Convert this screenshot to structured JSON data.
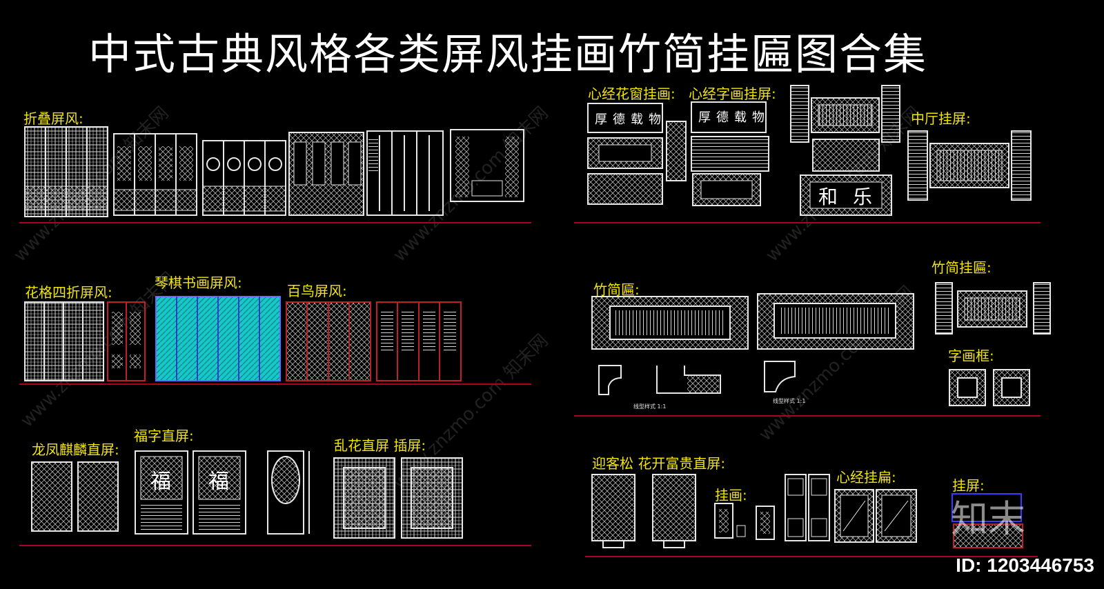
{
  "title": "中式古典风格各类屏风挂画竹简挂匾图合集",
  "labels": {
    "folding_screen": "折叠屏风:",
    "lattice_four_fold": "花格四折屏风:",
    "qin_qi_shu_hua": "琴棋书画屏风:",
    "hundred_birds": "百鸟屏风:",
    "dragon_phoenix": "龙凤麒麟直屏:",
    "fu_screen": "福字直屏:",
    "luan_hua": "乱花直屏 插屏:",
    "heart_sutra_window": "心经花窗挂画:",
    "heart_sutra_calligraphy": "心经字画挂屏:",
    "hall_screen": "中厅挂屏:",
    "bamboo_plaque": "竹简匾:",
    "bamboo_hanging_plaque": "竹简挂匾:",
    "picture_frame": "字画框:",
    "welcome_pine": "迎客松 花开富贵直屏:",
    "hanging_painting": "挂画:",
    "heart_sutra_plaque": "心经挂扁:",
    "hanging_screen": "挂屏:"
  },
  "plaque_text": {
    "seal_1": "厚德载物",
    "seal_2": "厚德载物",
    "he_le": "和乐",
    "fu": "福"
  },
  "profile_captions": {
    "left": "线型样式  1:1",
    "right": "线型样式  1:1"
  },
  "watermark": "www.znzmo.com  知末网",
  "logo": "知末",
  "id_text": "ID: 1203446753",
  "colors": {
    "background": "#000000",
    "title": "#ffffff",
    "label": "#f2e600",
    "rule": "#b0001e",
    "line_art": "#e8e8e8",
    "accent_cyan": "#19d3d3",
    "accent_red": "#c0202a"
  }
}
